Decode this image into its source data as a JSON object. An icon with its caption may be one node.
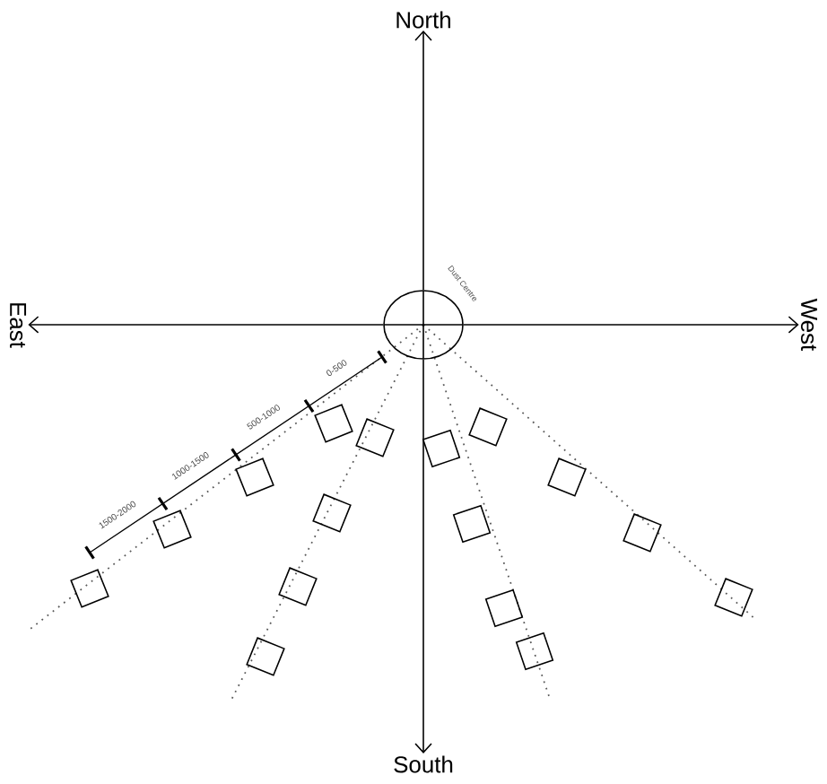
{
  "diagram": {
    "nodes": [
      {
        "text": [],
        "shape": "circle",
        "beside": [
          "Dust Centre"
        ]
      },
      {
        "text": [
          "North"
        ]
      },
      {
        "text": [
          "East"
        ]
      },
      {
        "text": [
          "West"
        ]
      },
      {
        "text": [
          "South"
        ]
      },
      {
        "text": [],
        "shape": "box"
      },
      {
        "text": [],
        "shape": "box"
      },
      {
        "text": [],
        "shape": "box"
      },
      {
        "text": [],
        "shape": "box"
      },
      {
        "text": [],
        "shape": "box"
      },
      {
        "text": [],
        "shape": "box"
      },
      {
        "text": [],
        "shape": "box"
      },
      {
        "text": [],
        "shape": "box"
      },
      {
        "text": [],
        "shape": "box"
      },
      {
        "text": [],
        "shape": "box"
      },
      {
        "text": [],
        "shape": "box"
      },
      {
        "text": [],
        "shape": "box"
      },
      {
        "text": [],
        "shape": "box"
      },
      {
        "text": [],
        "shape": "box"
      },
      {
        "text": [],
        "shape": "box"
      },
      {
        "text": [],
        "shape": "box"
      }
    ],
    "edges": [
      {
        "from": 0,
        "to": 1,
        "arrow": "to"
      },
      {
        "from": 0,
        "to": 2,
        "arrow": "to"
      },
      {
        "from": 0,
        "to": 3,
        "arrow": "to"
      },
      {
        "from": 0,
        "to": 4,
        "arrow": "to"
      }
    ],
    "labels": [
      "0-500",
      "500-1000",
      "1000-1500",
      "1500-2000"
    ]
  }
}
